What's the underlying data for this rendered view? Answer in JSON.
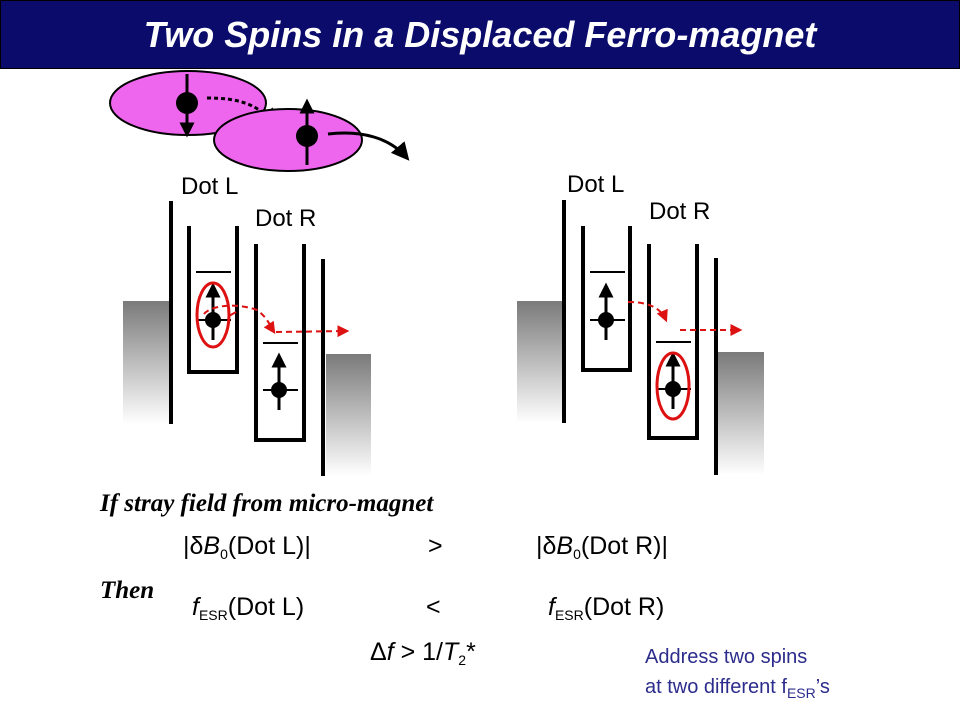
{
  "title": "Two Spins in a Displaced Ferro-magnet",
  "left_panel": {
    "dot_l_label": "Dot L",
    "dot_r_label": "Dot R"
  },
  "right_panel": {
    "dot_l_label": "Dot L",
    "dot_r_label": "Dot R"
  },
  "condition": {
    "if_text": "If stray field from micro-magnet",
    "lhs": {
      "delta": "δ",
      "B": "B",
      "sub": "0",
      "arg": "(Dot L)"
    },
    "op1": ">",
    "rhs": {
      "delta": "δ",
      "B": "B",
      "sub": "0",
      "arg": "(Dot R)"
    },
    "then_text": "Then",
    "f_lhs": {
      "f": "f",
      "sub": "ESR",
      "arg": "(Dot L)"
    },
    "op2": "<",
    "f_rhs": {
      "f": "f",
      "sub": "ESR",
      "arg": "(Dot R)"
    },
    "delta_f": {
      "delta": "Δ",
      "f": "f",
      "rel": " > 1/",
      "T": "T",
      "sub": "2",
      "star": "*"
    }
  },
  "note": {
    "line1": "Address two spins",
    "line2_prefix": "at two different f",
    "line2_sub": "ESR",
    "line2_suffix": "’s"
  },
  "colors": {
    "title_bg": "#0b0b6b",
    "ellipse_fill": "#ee66ee",
    "highlight": "#dd1111",
    "note_text": "#2c2c8c"
  }
}
